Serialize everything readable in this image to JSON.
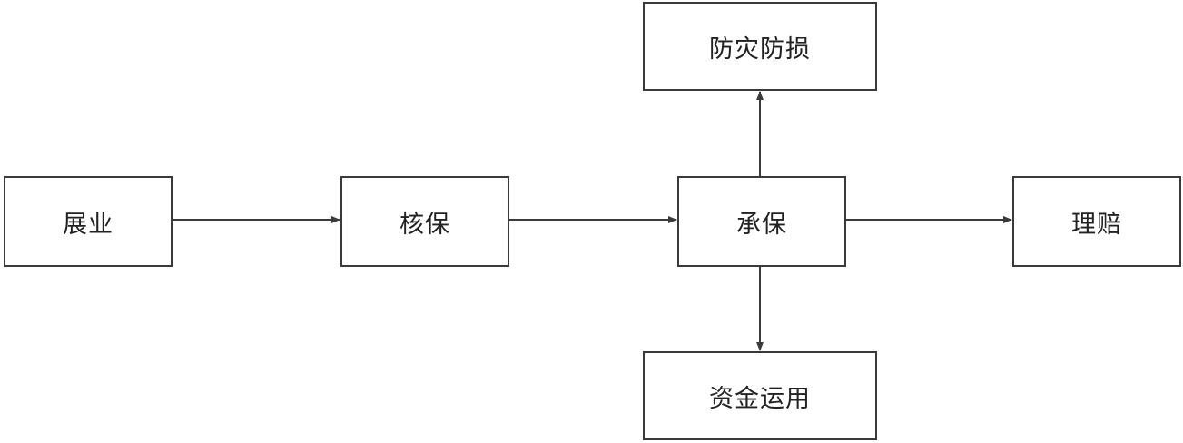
{
  "nodes": {
    "zhanye": "展业",
    "hebao": "核保",
    "chengbao": "承保",
    "lipei": "理赔",
    "fangzai": "防灾防损",
    "zijin": "资金运用"
  },
  "edges": [
    {
      "from": "zhanye",
      "to": "hebao"
    },
    {
      "from": "hebao",
      "to": "chengbao"
    },
    {
      "from": "chengbao",
      "to": "lipei"
    },
    {
      "from": "chengbao",
      "to": "fangzai"
    },
    {
      "from": "chengbao",
      "to": "zijin"
    }
  ],
  "colors": {
    "stroke": "#3a3a3a",
    "text": "#222222",
    "background": "#ffffff"
  }
}
